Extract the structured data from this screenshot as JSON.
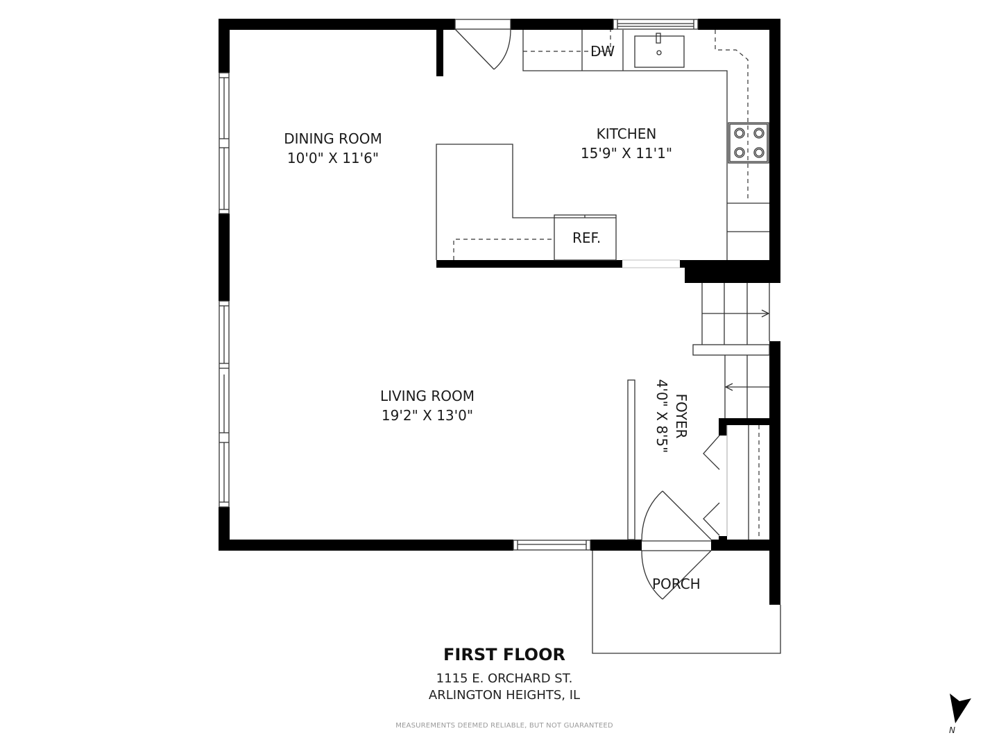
{
  "floor_plan": {
    "title": "FIRST FLOOR",
    "address_line1": "1115 E. ORCHARD ST.",
    "address_line2": "ARLINGTON HEIGHTS, IL",
    "disclaimer": "MEASUREMENTS DEEMED RELIABLE, BUT NOT GUARANTEED",
    "north_label": "N",
    "colors": {
      "wall": "#000000",
      "line": "#333333",
      "text": "#1a1a1a",
      "disclaimer": "#9a9a9a"
    },
    "rooms": [
      {
        "name": "DINING ROOM",
        "dimensions": "10'0\" X 11'6\""
      },
      {
        "name": "KITCHEN",
        "dimensions": "15'9\" X 11'1\""
      },
      {
        "name": "LIVING ROOM",
        "dimensions": "19'2\" X 13'0\""
      },
      {
        "name": "FOYER",
        "dimensions": "4'0\" X 8'5\""
      },
      {
        "name": "PORCH"
      }
    ],
    "fixtures": {
      "dishwasher": "DW",
      "refrigerator": "REF."
    }
  }
}
